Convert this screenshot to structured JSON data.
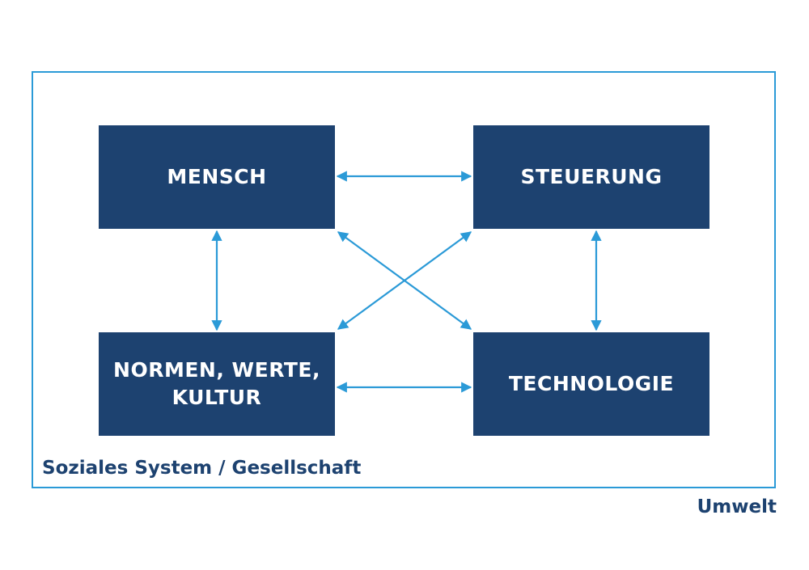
{
  "boxes": {
    "mensch": "MENSCH",
    "steuerung": "STEUERUNG",
    "normen": "NORMEN, WERTE,\nKULTUR",
    "technologie": "TECHNOLOGIE"
  },
  "labels": {
    "system": "Soziales System / Gesellschaft",
    "environment": "Umwelt"
  },
  "colors": {
    "box": "#1d4270",
    "arrow": "#2b9ad7",
    "frame": "#2b9ad7",
    "text": "#1d4270"
  }
}
